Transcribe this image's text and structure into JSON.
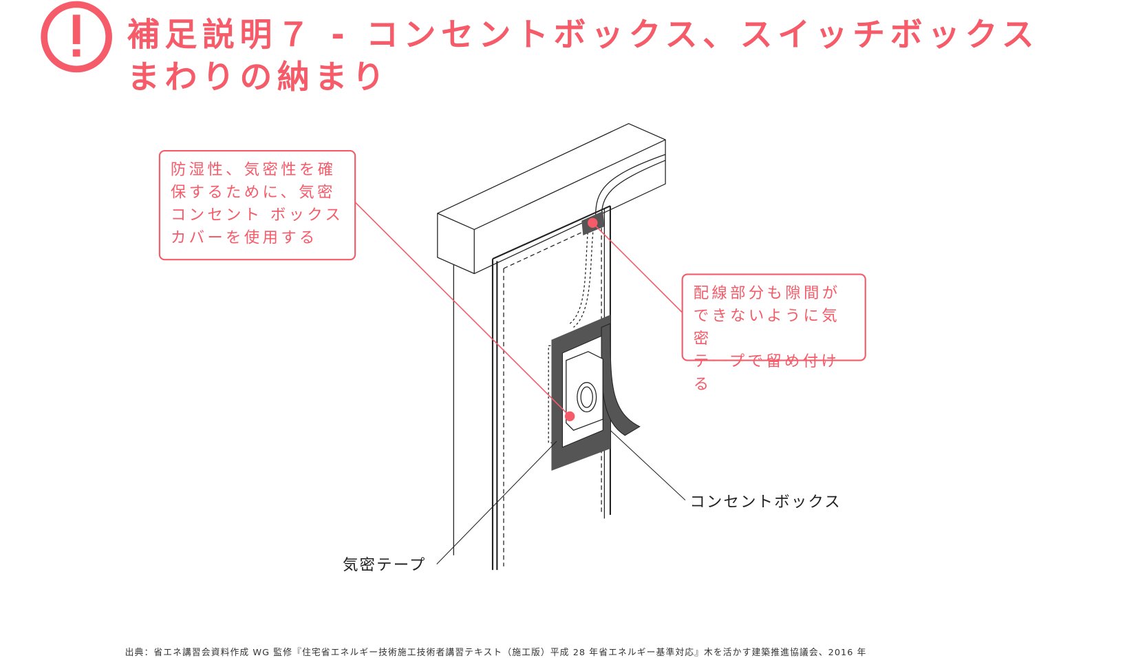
{
  "title": {
    "line1": "補足説明７ - コンセントボックス、スイッチボックス",
    "line2": "まわりの納まり",
    "icon": "exclamation-circle-icon"
  },
  "callouts": {
    "left": [
      "防湿性、気密性を確",
      "保するために、気密",
      "コンセント ボックス",
      "カバーを使用する"
    ],
    "right": [
      "配線部分も隙間が",
      "できないように気密",
      "テープで留め付ける"
    ]
  },
  "labels": {
    "outlet_box": "コンセントボックス",
    "airtight_tape": "気密テープ"
  },
  "source": "出典：省エネ講習会資料作成 WG 監修『住宅省エネルギー技術施工技術者講習テキスト（施工版）平成 28 年省エネルギー基準対応』木を活かす建築推進協議会、2016 年",
  "colors": {
    "accent": "#f55b69",
    "tape": "#555555"
  }
}
